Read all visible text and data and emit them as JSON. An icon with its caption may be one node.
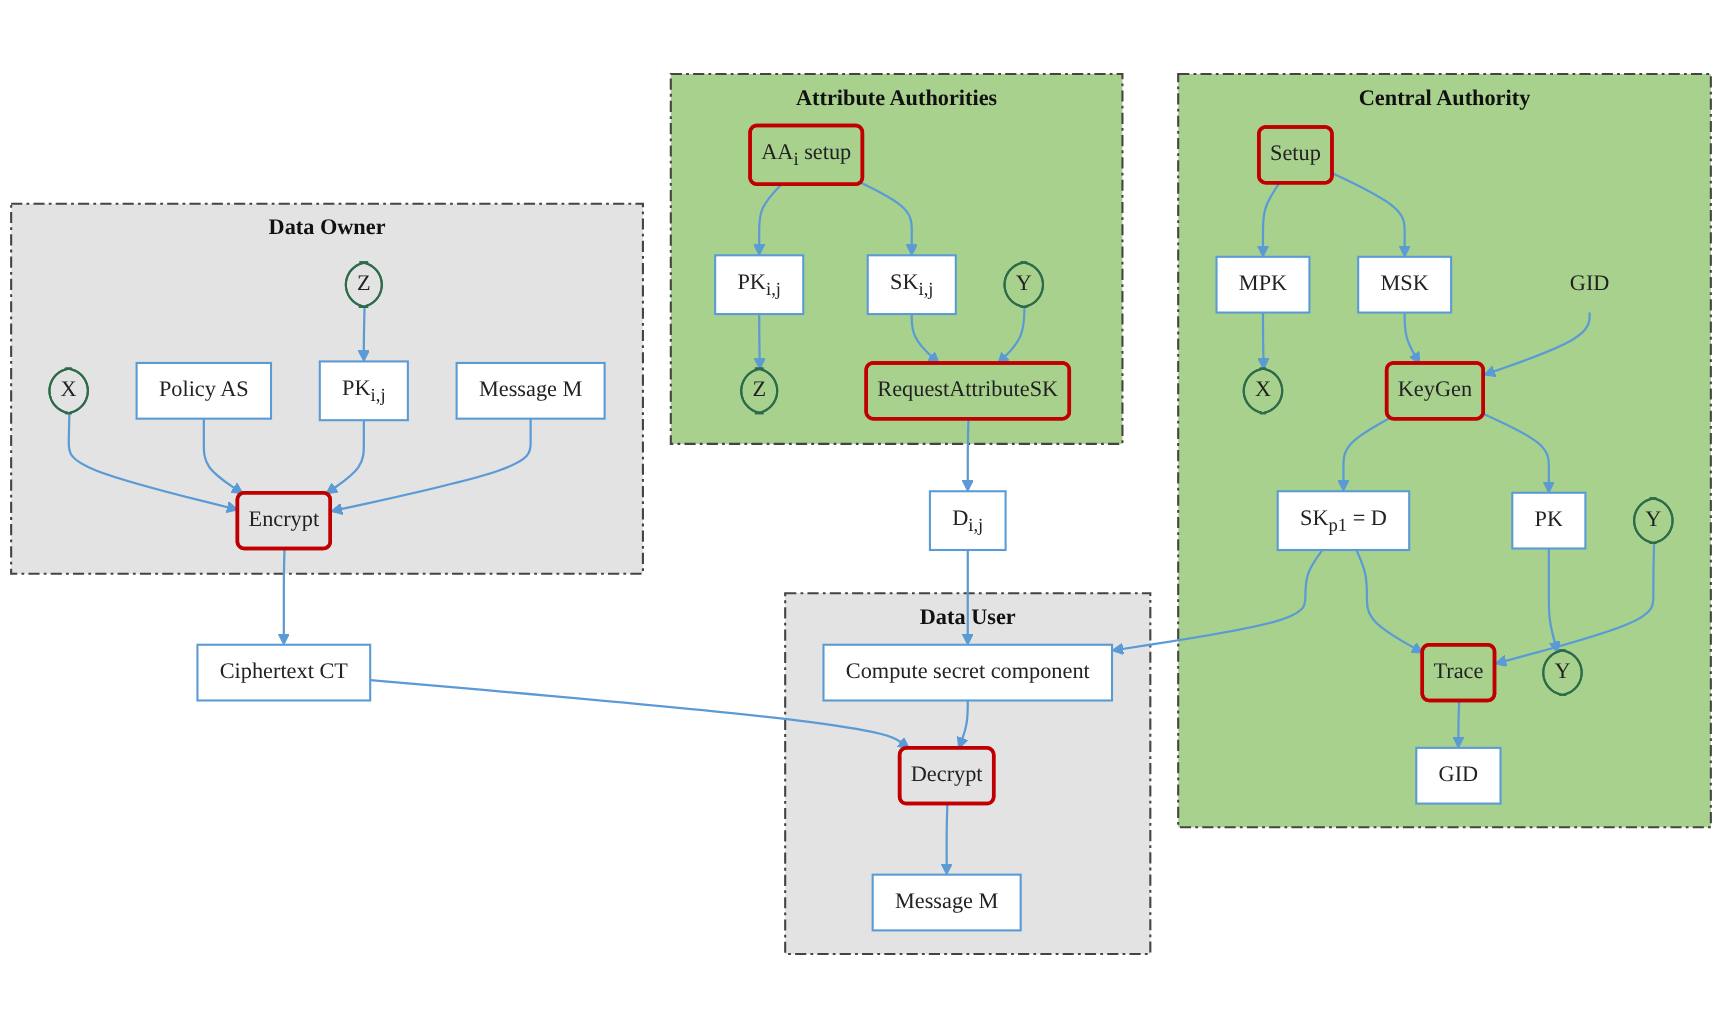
{
  "diagram": {
    "nodes": [
      {
        "text": [
          "Central Authority"
        ]
      },
      {
        "text": [
          "Setup"
        ],
        "in": 0
      },
      {
        "text": [
          "MSK"
        ],
        "in": 0
      },
      {
        "text": [
          "MPK"
        ],
        "in": 0
      },
      {
        "text": [
          "X"
        ],
        "in": 0
      },
      {
        "text": [
          "GID"
        ],
        "in": 0
      },
      {
        "text": [
          "KeyGen"
        ],
        "in": 0
      },
      {
        "text": [
          "Y"
        ],
        "in": 0
      },
      {
        "text": [
          "PK"
        ],
        "in": 0
      },
      {
        "text": [
          "SK$_{p1}$ = D"
        ],
        "in": 0
      },
      {
        "text": [
          "Y"
        ],
        "in": 0
      },
      {
        "text": [
          "Trace"
        ],
        "in": 0
      },
      {
        "text": [
          "GID"
        ],
        "in": 0
      },
      {
        "text": [
          "Attribute Authorities"
        ]
      },
      {
        "text": [
          "AA$_{i}$ setup"
        ],
        "in": 13
      },
      {
        "text": [
          "SK$_{i,j}$"
        ],
        "in": 13
      },
      {
        "text": [
          "PK$_{i,j}$"
        ],
        "in": 13
      },
      {
        "text": [
          "Z"
        ],
        "in": 13
      },
      {
        "text": [
          "Y"
        ],
        "in": 13
      },
      {
        "text": [
          "RequestAttributeSK"
        ],
        "in": 13
      },
      {
        "text": [
          "D$_{i,j}$"
        ]
      },
      {
        "text": [
          "Data User"
        ]
      },
      {
        "text": [
          "Compute secret component"
        ],
        "in": 21
      },
      {
        "text": [
          "Decrypt"
        ],
        "in": 21
      },
      {
        "text": [
          "Message M"
        ],
        "in": 21
      },
      {
        "text": [
          "Ciphertext CT"
        ]
      },
      {
        "text": [
          "Data Owner"
        ]
      },
      {
        "text": [
          "X"
        ],
        "in": 26
      },
      {
        "text": [
          "Policy AS"
        ],
        "in": 26
      },
      {
        "text": [
          "Encrypt"
        ],
        "in": 26
      },
      {
        "text": [
          "PK$_{i,j}$"
        ],
        "in": 26
      },
      {
        "text": [
          "Message M"
        ],
        "in": 26
      },
      {
        "text": [
          "Z"
        ],
        "in": 26
      }
    ],
    "edges": [
      {
        "from": 1,
        "to": 2,
        "arrow": "to"
      },
      {
        "from": 1,
        "to": 3,
        "arrow": "to"
      },
      {
        "from": 2,
        "to": 6,
        "arrow": "to"
      },
      {
        "from": 3,
        "to": 4,
        "arrow": "to"
      },
      {
        "from": 5,
        "to": 6,
        "arrow": "to"
      },
      {
        "from": 6,
        "to": 8,
        "arrow": "to"
      },
      {
        "from": 6,
        "to": 9,
        "arrow": "to"
      },
      {
        "from": 8,
        "to": 7,
        "arrow": "to"
      },
      {
        "from": 9,
        "to": 11,
        "arrow": "to"
      },
      {
        "from": 10,
        "to": 11,
        "arrow": "to"
      },
      {
        "from": 11,
        "to": 12,
        "arrow": "to"
      },
      {
        "from": 9,
        "to": 22,
        "arrow": "to"
      },
      {
        "from": 14,
        "to": 15,
        "arrow": "to"
      },
      {
        "from": 14,
        "to": 16,
        "arrow": "to"
      },
      {
        "from": 16,
        "to": 17,
        "arrow": "to"
      },
      {
        "from": 18,
        "to": 19,
        "arrow": "to"
      },
      {
        "from": 15,
        "to": 19,
        "arrow": "to"
      },
      {
        "from": 19,
        "to": 20,
        "arrow": "to"
      },
      {
        "from": 20,
        "to": 22,
        "arrow": "to"
      },
      {
        "from": 22,
        "to": 23,
        "arrow": "to"
      },
      {
        "from": 25,
        "to": 23,
        "arrow": "to"
      },
      {
        "from": 23,
        "to": 24,
        "arrow": "to"
      },
      {
        "from": 27,
        "to": 29,
        "arrow": "to"
      },
      {
        "from": 28,
        "to": 29,
        "arrow": "to"
      },
      {
        "from": 29,
        "to": 25,
        "arrow": "to"
      },
      {
        "from": 30,
        "to": 29,
        "arrow": "to"
      },
      {
        "from": 31,
        "to": 29,
        "arrow": "to"
      },
      {
        "from": 32,
        "to": 30,
        "arrow": "to"
      }
    ]
  }
}
